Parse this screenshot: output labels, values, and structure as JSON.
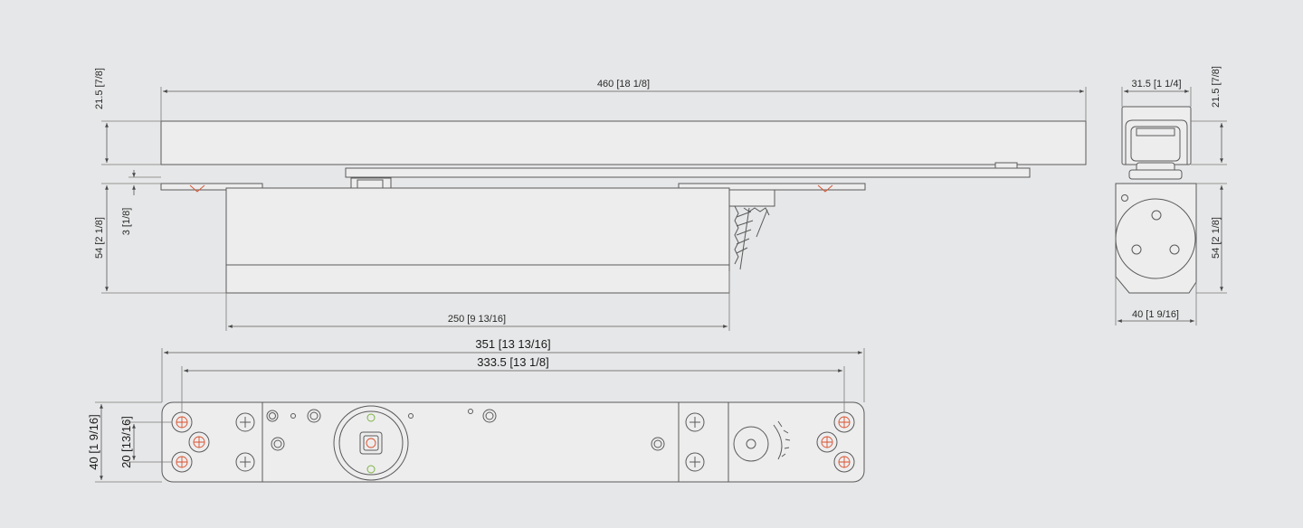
{
  "dimensions": {
    "top_length": "460 [18 1/8]",
    "top_height": "21.5 [7/8]",
    "body_height": "54 [2 1/8]",
    "plate_thickness": "3 [1/8]",
    "body_length": "250 [9 13/16]",
    "side_width_top": "31.5 [1 1/4]",
    "side_height_top": "21.5 [7/8]",
    "side_height_body": "54 [2 1/8]",
    "side_width_body": "40 [1 9/16]",
    "plate_length": "351 [13 13/16]",
    "hole_spacing": "333.5 [13 1/8]",
    "plate_width": "40 [1 9/16]",
    "hole_offset": "20 [13/16]"
  },
  "colors": {
    "background": "#e6e7e8",
    "line": "#5a5a5a",
    "hole_marker": "#d9502c",
    "pin_marker": "#7cb342"
  }
}
